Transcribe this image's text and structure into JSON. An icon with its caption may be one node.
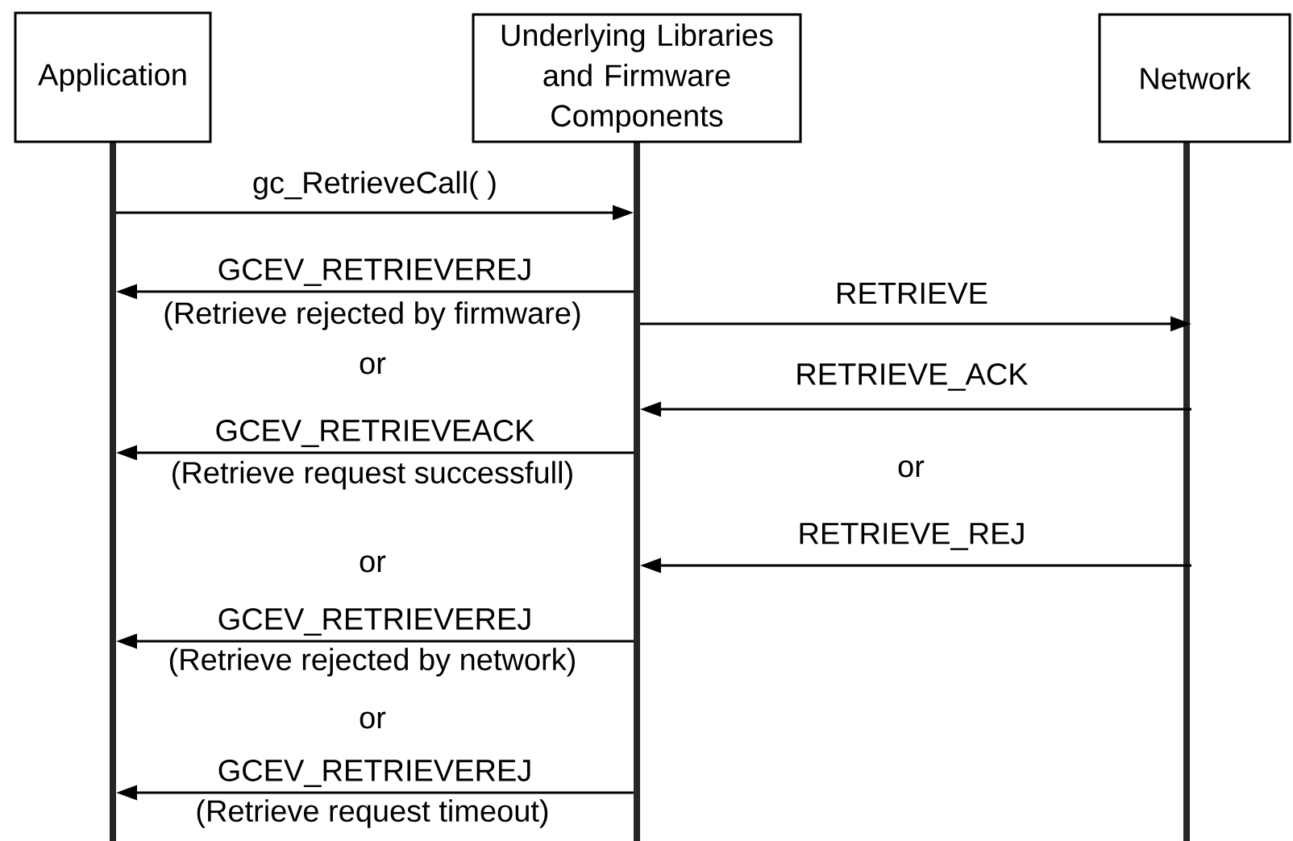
{
  "diagram": {
    "nodes": [
      {
        "text": [
          "Application"
        ]
      },
      {
        "text": [
          "Underlying Libraries and Firmware Components"
        ]
      },
      {
        "text": [
          "Network"
        ]
      }
    ],
    "edges": [
      {
        "from": 0,
        "to": 1,
        "arrow": "to",
        "label": "gc_RetrieveCall( )"
      },
      {
        "from": 1,
        "to": 0,
        "arrow": "to",
        "label": "GCEV_RETRIEVEREJ"
      },
      {
        "from": 1,
        "to": 2,
        "arrow": "to",
        "label": "RETRIEVE"
      },
      {
        "from": 2,
        "to": 1,
        "arrow": "to",
        "label": "RETRIEVE_ACK"
      },
      {
        "from": 1,
        "to": 0,
        "arrow": "to",
        "label": "GCEV_RETRIEVEACK"
      },
      {
        "from": 2,
        "to": 1,
        "arrow": "to",
        "label": "RETRIEVE_REJ"
      },
      {
        "from": 1,
        "to": 0,
        "arrow": "to",
        "label": "GCEV_RETRIEVEREJ"
      },
      {
        "from": 1,
        "to": 0,
        "arrow": "to",
        "label": "GCEV_RETRIEVEREJ"
      }
    ],
    "labels": [
      "(Retrieve rejected by firmware)",
      "or",
      "or",
      "(Retrieve request successfull)",
      "or",
      "(Retrieve rejected by network)",
      "or",
      "(Retrieve request timeout)"
    ]
  }
}
